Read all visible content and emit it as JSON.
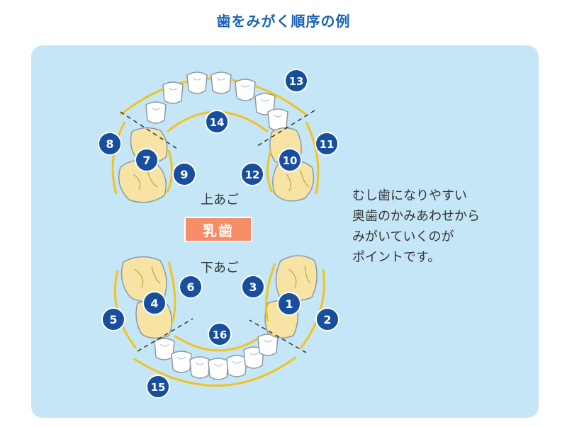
{
  "title": "歯をみがく順序の例",
  "labels": {
    "upper_jaw": "上あご",
    "lower_jaw": "下あご",
    "badge": "乳歯"
  },
  "note_lines": [
    "むし歯になりやすい",
    "奥歯のかみあわせから",
    "みがいていくのが",
    "ポイントです。"
  ],
  "steps": [
    "1",
    "2",
    "3",
    "4",
    "5",
    "6",
    "7",
    "8",
    "9",
    "10",
    "11",
    "12",
    "13",
    "14",
    "15",
    "16"
  ],
  "colors": {
    "panel": "#c5e6f7",
    "title": "#1b63b4",
    "step_circle": "#174e9e",
    "brush_arc": "#f4c21c",
    "molar_highlight": "#f7e3a3",
    "badge": "#f58d67"
  }
}
